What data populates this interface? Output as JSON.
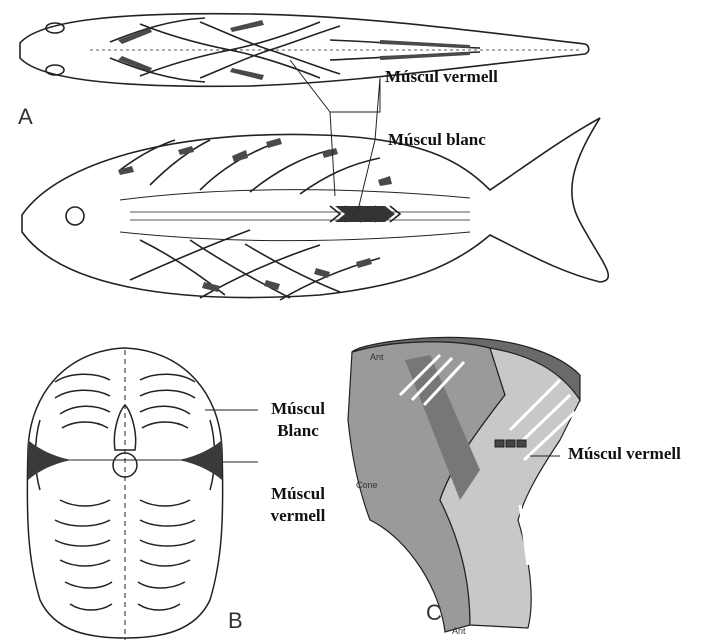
{
  "panels": {
    "a": "A",
    "b": "B",
    "c": "C"
  },
  "labels": {
    "red_muscle_top": "Múscul vermell",
    "white_muscle_top": "Múscul blanc",
    "b_white_line1": "Múscul",
    "b_white_line2": "Blanc",
    "b_red_line1": "Múscul",
    "b_red_line2": "vermell",
    "c_red_muscle": "Múscul vermell"
  },
  "small_labels": {
    "c_top": "Ant",
    "c_middle": "Cone",
    "c_bottom": "Ant"
  },
  "colors": {
    "line": "#222222",
    "muscle_fill": "#555555",
    "red_muscle_fill": "#333333",
    "background": "#ffffff"
  }
}
